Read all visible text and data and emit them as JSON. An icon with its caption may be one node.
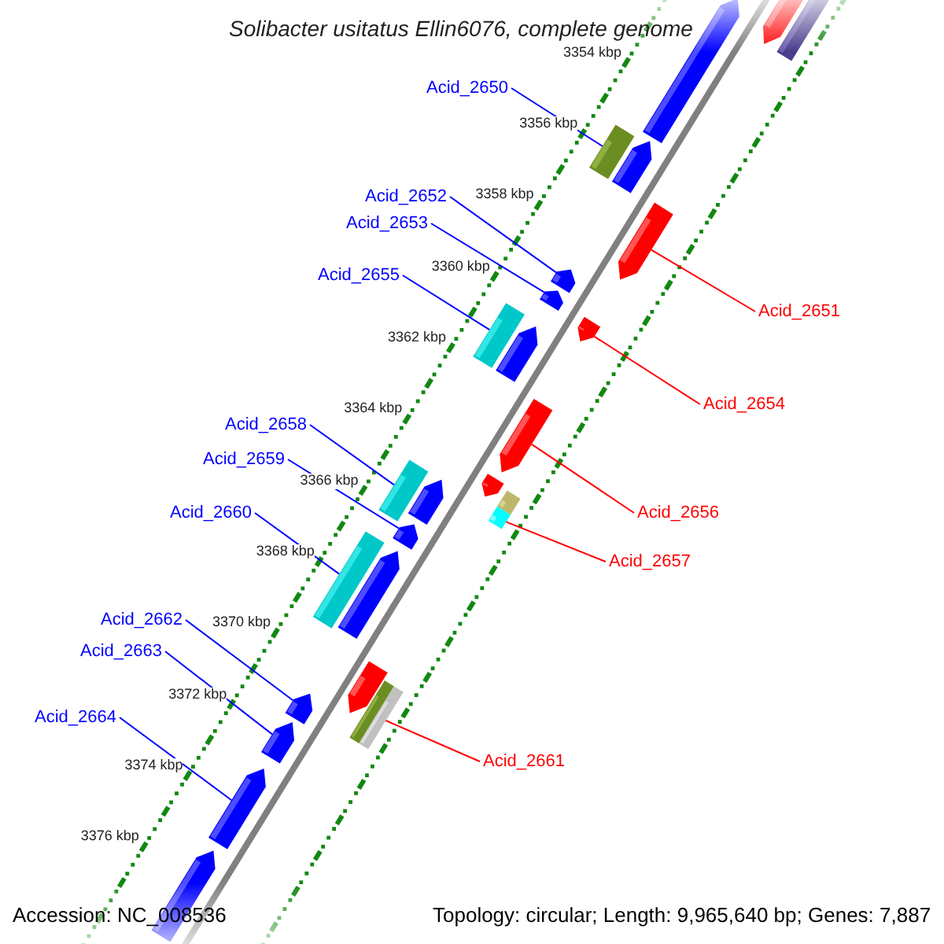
{
  "diagram": {
    "title": "Solibacter usitatus Ellin6076, complete genome",
    "nodes": [
      {
        "text": [
          "Acid_2650"
        ]
      },
      {
        "text": [
          "Acid_2652"
        ]
      },
      {
        "text": [
          "Acid_2653"
        ]
      },
      {
        "text": [
          "Acid_2655"
        ]
      },
      {
        "text": [
          "Acid_2651"
        ]
      },
      {
        "text": [
          "Acid_2654"
        ]
      },
      {
        "text": [
          "Acid_2658"
        ]
      },
      {
        "text": [
          "Acid_2659"
        ]
      },
      {
        "text": [
          "Acid_2660"
        ]
      },
      {
        "text": [
          "Acid_2656"
        ]
      },
      {
        "text": [
          "Acid_2657"
        ]
      },
      {
        "text": [
          "Acid_2662"
        ]
      },
      {
        "text": [
          "Acid_2663"
        ]
      },
      {
        "text": [
          "Acid_2664"
        ]
      },
      {
        "text": [
          "Acid_2661"
        ]
      },
      {
        "text": [],
        "shape": "bar"
      },
      {
        "text": [],
        "shape": "arrow"
      },
      {
        "text": [],
        "shape": "arrow"
      },
      {
        "text": [],
        "shape": "arrow"
      },
      {
        "text": [],
        "shape": "bar"
      },
      {
        "text": [],
        "shape": "arrow"
      },
      {
        "text": [],
        "shape": "arrow"
      },
      {
        "text": [],
        "shape": "arrow"
      },
      {
        "text": [],
        "shape": "arrow"
      },
      {
        "text": [],
        "shape": "bar"
      },
      {
        "text": [],
        "shape": "arrow"
      },
      {
        "text": [],
        "shape": "arrow"
      },
      {
        "text": [],
        "shape": "arrow"
      },
      {
        "text": [],
        "shape": "bar"
      },
      {
        "text": [],
        "shape": "bar"
      },
      {
        "text": [],
        "shape": "arrow"
      },
      {
        "text": [],
        "shape": "bar"
      },
      {
        "text": [],
        "shape": "arrow"
      },
      {
        "text": [],
        "shape": "bar"
      },
      {
        "text": [],
        "shape": "arrow"
      },
      {
        "text": [],
        "shape": "arrow"
      },
      {
        "text": [],
        "shape": "bar"
      },
      {
        "text": [],
        "shape": "bar"
      },
      {
        "text": [],
        "shape": "arrow"
      },
      {
        "text": [],
        "shape": "arrow"
      },
      {
        "text": [],
        "shape": "arrow"
      },
      {
        "text": [],
        "shape": "arrow"
      }
    ],
    "edges": [
      {
        "from": 0,
        "to": 19,
        "arrow": "none"
      },
      {
        "from": 4,
        "to": 20,
        "arrow": "none",
        "color": "#ff0000"
      },
      {
        "from": 1,
        "to": 21,
        "arrow": "none"
      },
      {
        "from": 2,
        "to": 22,
        "arrow": "none"
      },
      {
        "from": 5,
        "to": 23,
        "arrow": "none",
        "color": "#ff0000"
      },
      {
        "from": 3,
        "to": 24,
        "arrow": "none"
      },
      {
        "from": 9,
        "to": 26,
        "arrow": "none",
        "color": "#ff0000"
      },
      {
        "from": 10,
        "to": 29,
        "arrow": "none",
        "color": "#ff0000"
      },
      {
        "from": 6,
        "to": 31,
        "arrow": "none"
      },
      {
        "from": 7,
        "to": 32,
        "arrow": "none"
      },
      {
        "from": 8,
        "to": 33,
        "arrow": "none"
      },
      {
        "from": 14,
        "to": 37,
        "arrow": "none",
        "color": "#ff0000"
      },
      {
        "from": 11,
        "to": 38,
        "arrow": "none"
      },
      {
        "from": 12,
        "to": 39,
        "arrow": "none"
      },
      {
        "from": 13,
        "to": 40,
        "arrow": "none"
      }
    ],
    "labels": [
      "3354 kbp",
      "3356 kbp",
      "3358 kbp",
      "3360 kbp",
      "3362 kbp",
      "3364 kbp",
      "3366 kbp",
      "3368 kbp",
      "3370 kbp",
      "3372 kbp",
      "3374 kbp",
      "3376 kbp",
      "Accession: NC_008536",
      "Topology: circular; Length: 9,965,640 bp; Genes: 7,887"
    ]
  }
}
